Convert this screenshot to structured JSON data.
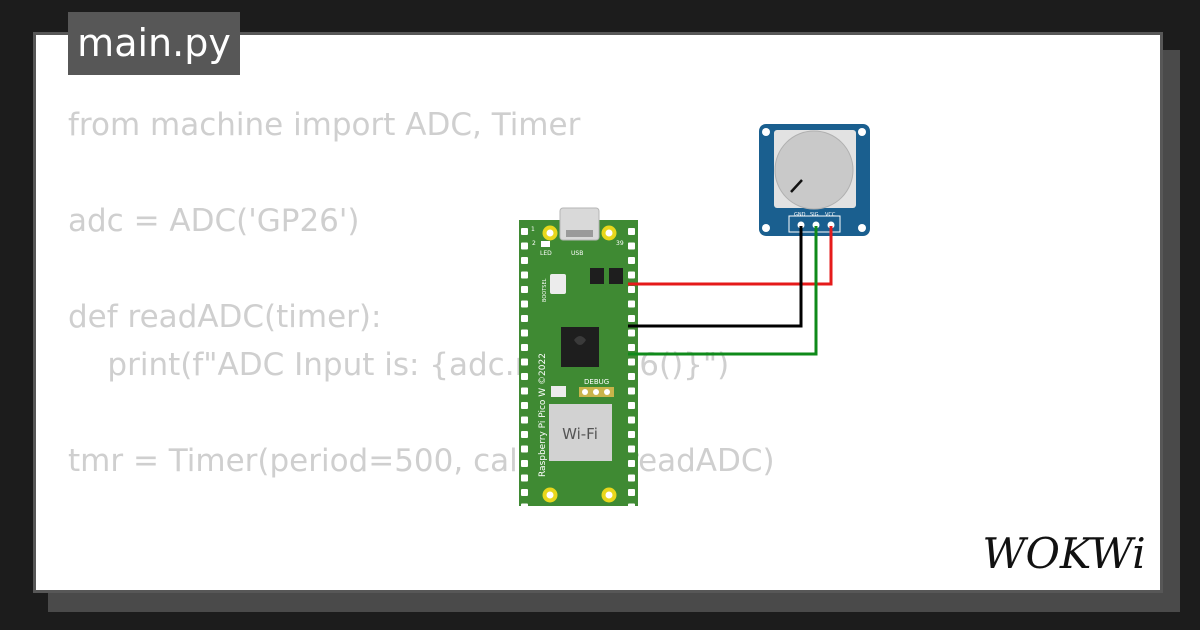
{
  "file_tab": {
    "label": "main.py"
  },
  "code_lines": [
    "from machine import ADC, Timer",
    "",
    "adc = ADC('GP26')",
    "",
    "def readADC(timer):",
    "    print(f\"ADC Input is: {adc.read_u16()}\")",
    "",
    "tmr = Timer(period=500, callback=readADC)"
  ],
  "board": {
    "name_text": "Raspberry Pi Pico W ©2022",
    "led_label": "LED",
    "usb_label": "USB",
    "bootsel_label": "BOOTSEL",
    "debug_label": "DEBUG",
    "wifi_label": "Wi-Fi",
    "pin_1": "1",
    "pin_2": "2",
    "pin_39": "39"
  },
  "potentiometer": {
    "pin_labels": [
      "GND",
      "SIG",
      "VCC"
    ]
  },
  "brand": {
    "logo_text": "WOKWi"
  },
  "colors": {
    "background": "#1c1c1c",
    "panel": "#ffffff",
    "panel_border": "#575757",
    "code_text": "#cfcfcf",
    "board_green": "#3f8a33",
    "pot_blue": "#1a5f8f",
    "wire_red": "#e51a1a",
    "wire_black": "#000000",
    "wire_green": "#0f8a1a"
  }
}
